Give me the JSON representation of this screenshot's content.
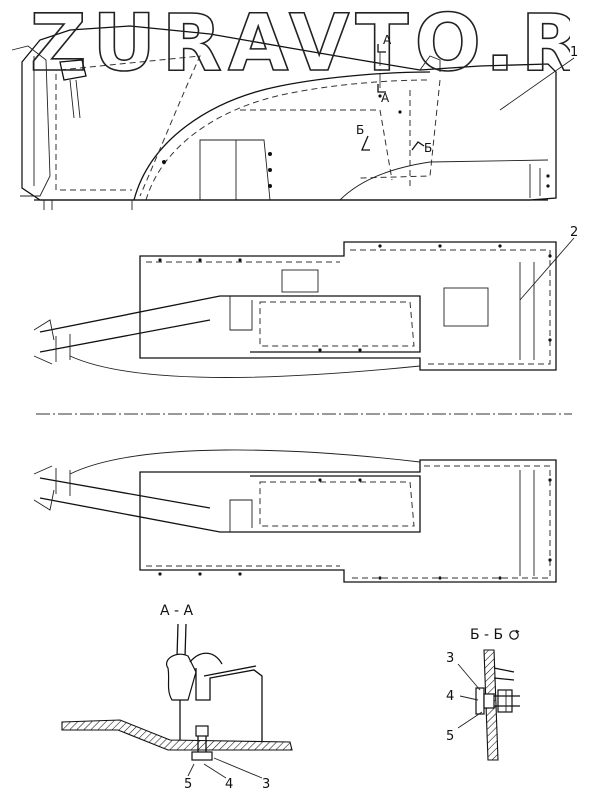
{
  "watermark": "ZURAVTO.RU",
  "callouts": {
    "item1": "1",
    "item2": "2"
  },
  "section_marks": {
    "a_top": "A",
    "a_bottom": "A",
    "b_left": "Б",
    "b_right": "Б"
  },
  "section_titles": {
    "aa": "А - А",
    "bb": "Б - Б"
  },
  "detail_aa": {
    "n5": "5",
    "n4": "4",
    "n3": "3"
  },
  "detail_bb": {
    "n3": "3",
    "n4": "4",
    "n5": "5"
  },
  "icons": [
    "rotation-circle-icon"
  ]
}
